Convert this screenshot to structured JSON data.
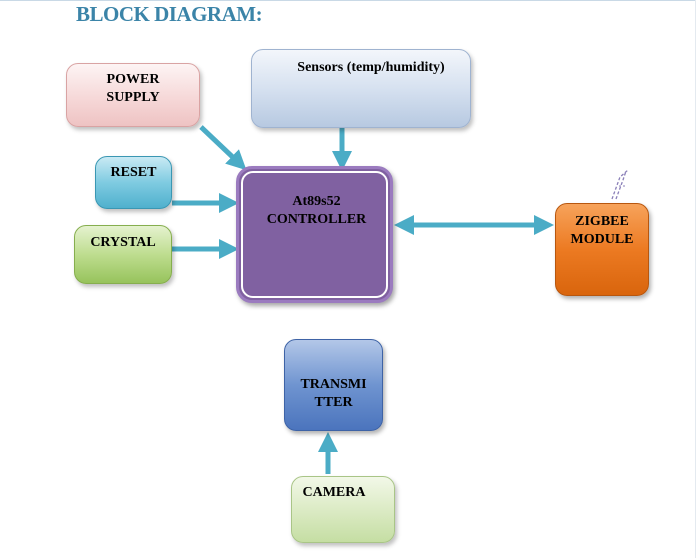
{
  "title": "BLOCK DIAGRAM:",
  "blocks": {
    "power": {
      "line1": "POWER",
      "line2": "SUPPLY"
    },
    "sensors": {
      "label": "Sensors (temp/humidity)"
    },
    "reset": {
      "label": "RESET"
    },
    "crystal": {
      "label": "CRYSTAL"
    },
    "controller": {
      "line1": "At89s52",
      "line2": "CONTROLLER"
    },
    "zigbee": {
      "line1": "ZIGBEE",
      "line2": "MODULE"
    },
    "transmitter": {
      "line1": "TRANSMI",
      "line2": "TTER"
    },
    "camera": {
      "label": "CAMERA"
    }
  },
  "colors": {
    "title": "#3b84a8",
    "arrow": "#4bacc6",
    "controller": "#8061a1",
    "zigbee": "#ec7a22",
    "antenna": "#8a7fb8"
  }
}
